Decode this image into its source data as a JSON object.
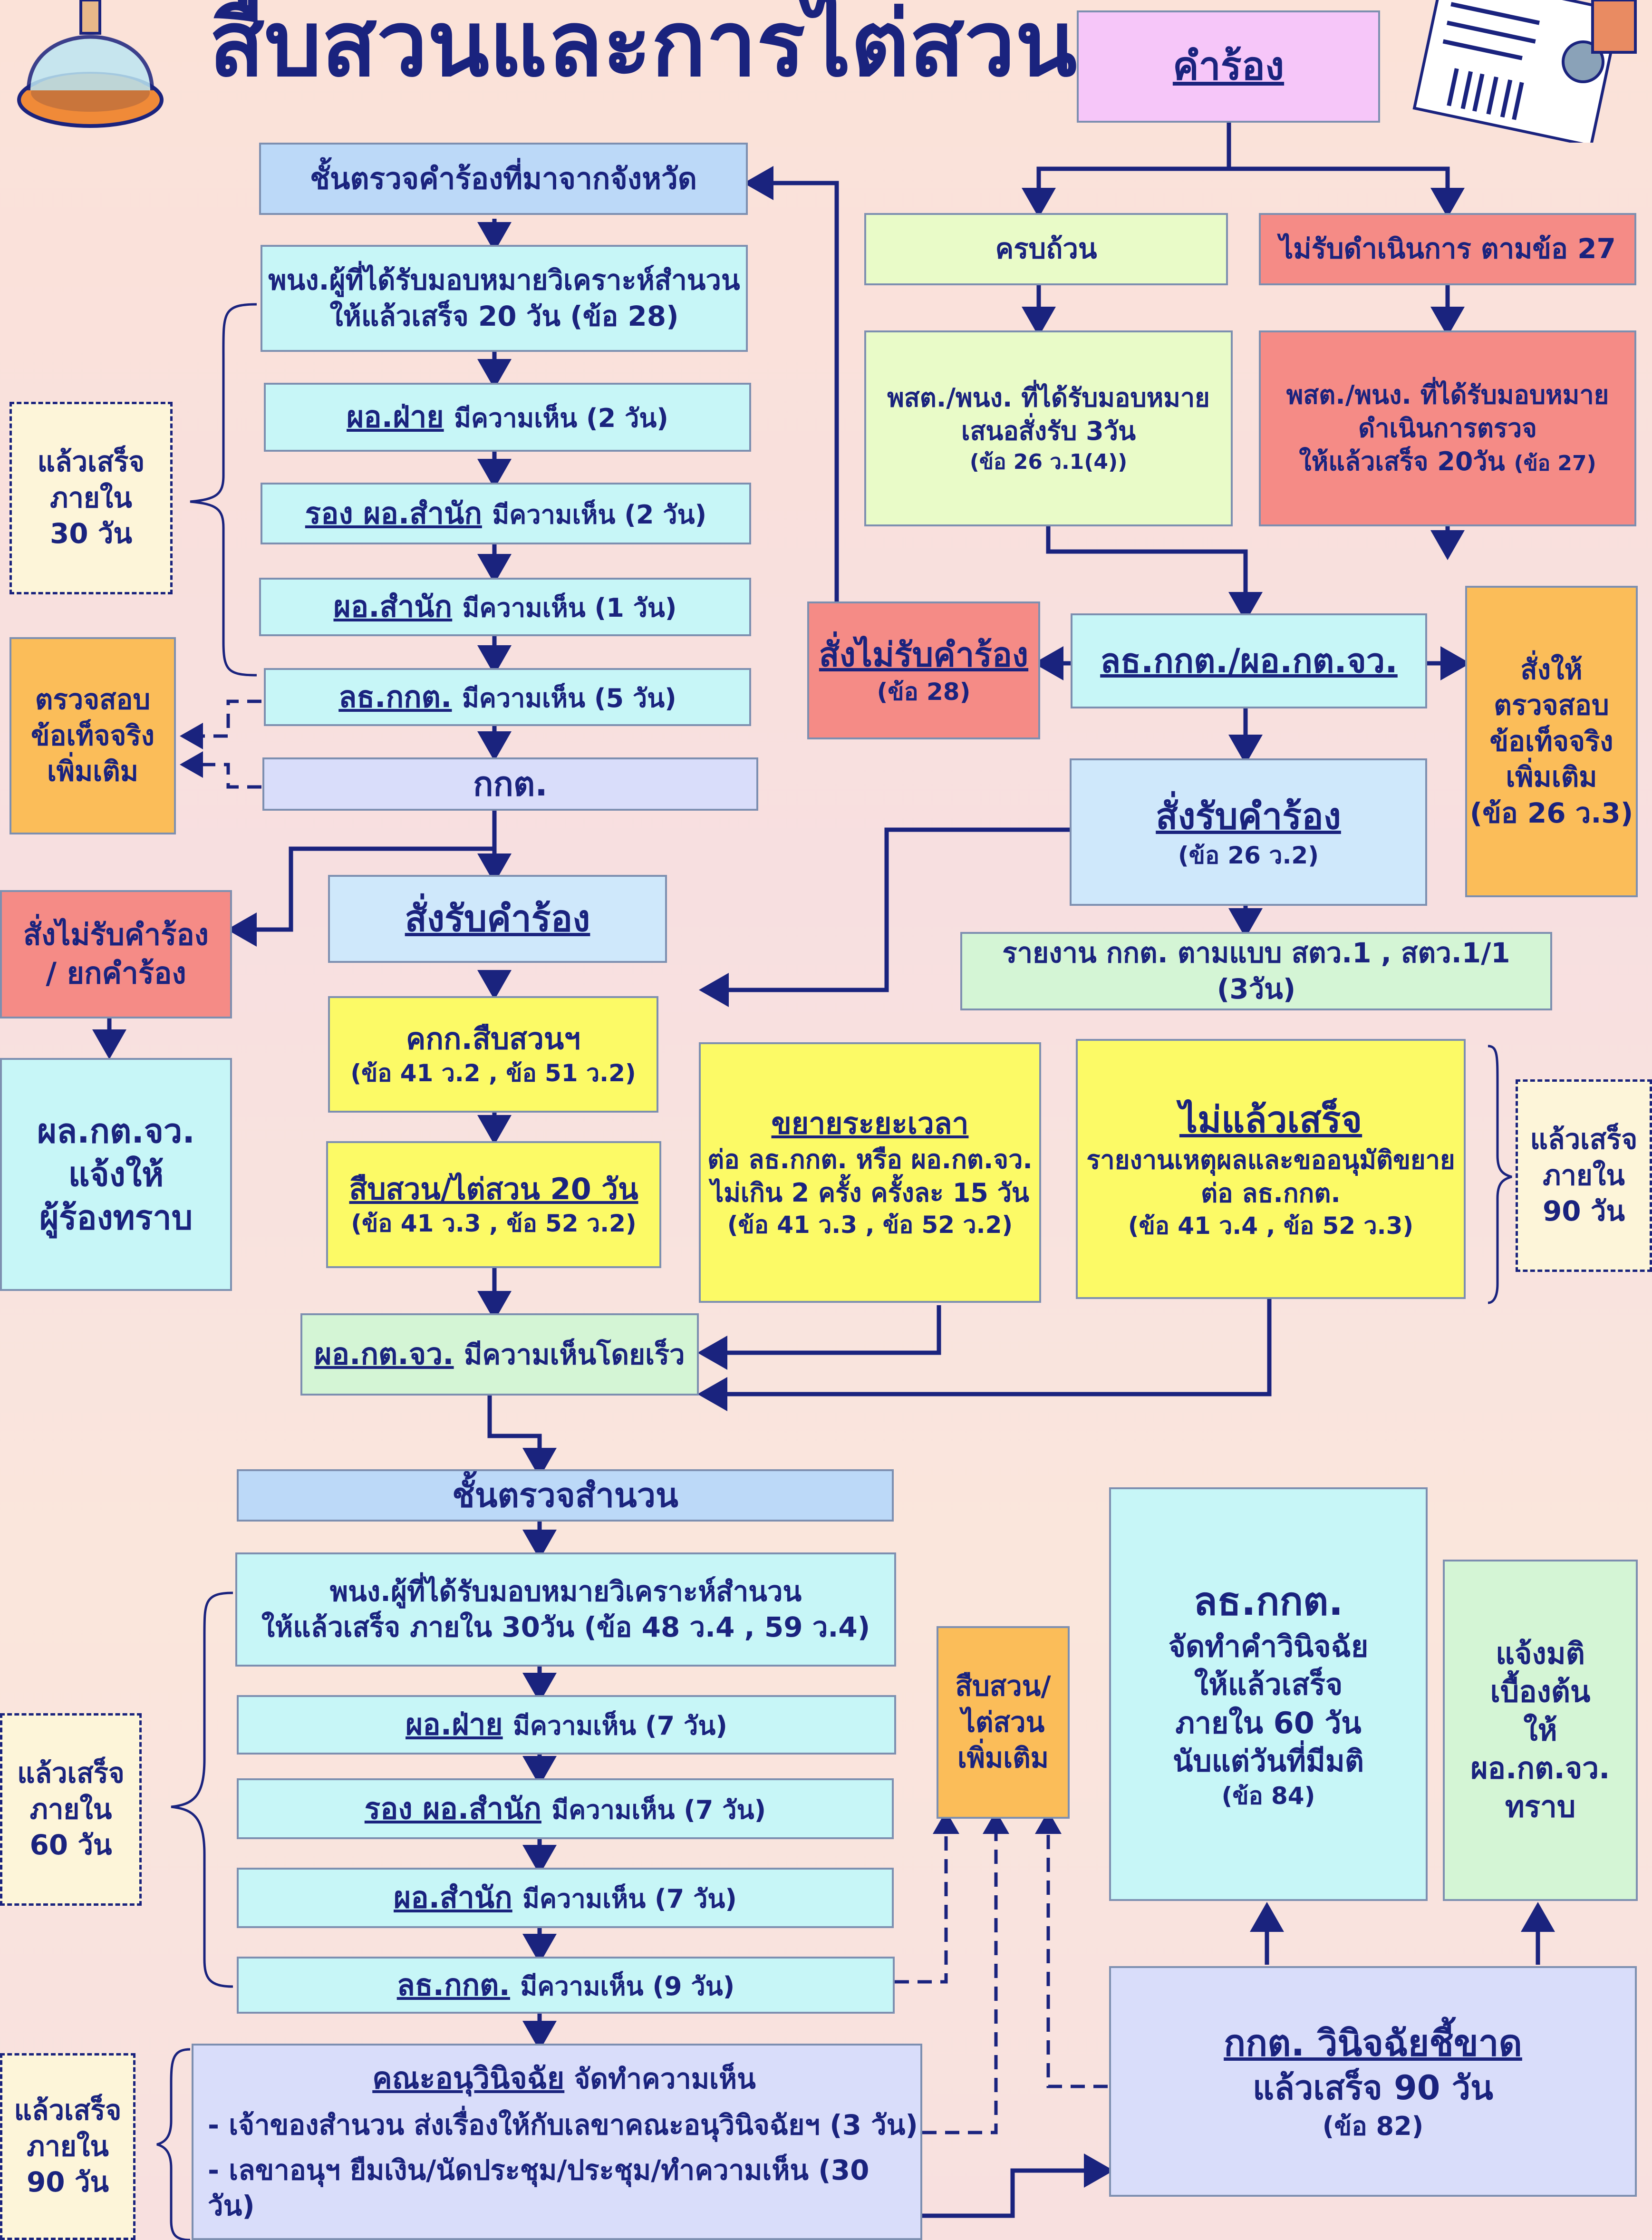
{
  "header": {
    "title": "สืบสวนและการไต่สวน"
  },
  "colors": {
    "blue": "#cfe8fb",
    "cyan": "#c7f6f7",
    "green": "#e9fbc8",
    "red": "#f58b86",
    "pink": "#f6c6f9",
    "yellow": "#fcfa66",
    "orange": "#fbbd59",
    "lavender": "#d9ddfa",
    "tan": "#fdf5d9",
    "arrow": "#1a237e"
  },
  "icons": {
    "bell_jar": "bell-jar-icon",
    "stamp": "stamp-document-icon"
  },
  "petition": {
    "label": "คำร้อง"
  },
  "complete": {
    "label": "ครบถ้วน"
  },
  "reject27": {
    "label": "ไม่รับดำเนินการ ตามข้อ 27"
  },
  "officer_propose": {
    "l1": "พสต./พนง. ที่ได้รับมอบหมาย",
    "l2": "เสนอสั่งรับ 3วัน",
    "l3": "(ข้อ 26 ว.1(4))"
  },
  "officer_inspect": {
    "l1": "พสต./พนง. ที่ได้รับมอบหมาย",
    "l2": "ดำเนินการตรวจ",
    "l3": "ให้แล้วเสร็จ 20วัน",
    "l3b": "(ข้อ 27)"
  },
  "sec_prov": {
    "label": "ชั้นตรวจคำร้องที่มาจากจังหวัด"
  },
  "prov_analyze": {
    "l1": "พนง.ผู้ที่ได้รับมอบหมายวิเคราะห์สำนวน",
    "l2": "ให้แล้วเสร็จ 20 วัน (ข้อ 28)"
  },
  "prov_div": {
    "name": "ผอ.ฝ่าย",
    "text": "มีความเห็น (2 วัน)"
  },
  "prov_deputy": {
    "name": "รอง ผอ.สำนัก",
    "text": "มีความเห็น (2 วัน)"
  },
  "prov_dir": {
    "name": "ผอ.สำนัก",
    "text": "มีความเห็น (1 วัน)"
  },
  "prov_sg": {
    "name": "ลธ.กกต.",
    "text": "มีความเห็น (5 วัน)"
  },
  "prov_ect": {
    "label": "กกต."
  },
  "side_30": {
    "l1": "แล้วเสร็จ",
    "l2": "ภายใน",
    "l3": "30 วัน"
  },
  "side_verify": {
    "l1": "ตรวจสอบ",
    "l2": "ข้อเท็จจริง",
    "l3": "เพิ่มเติม"
  },
  "reject28": {
    "l1": "สั่งไม่รับคำร้อง",
    "l2": "(ข้อ 28)"
  },
  "center_sg": {
    "label": "ลธ.กกต./ผอ.กต.จว."
  },
  "right_verify": {
    "l1": "สั่งให้",
    "l2": "ตรวจสอบ",
    "l3": "ข้อเท็จจริง",
    "l4": "เพิ่มเติม",
    "l5": "(ข้อ 26 ว.3)"
  },
  "accept_r": {
    "l1": "สั่งรับคำร้อง",
    "l2": "(ข้อ 26 ว.2)"
  },
  "report": {
    "label": "รายงาน กกต. ตามแบบ สตว.1 , สตว.1/1  (3วัน)"
  },
  "accept_l": {
    "label": "สั่งรับคำร้อง"
  },
  "dismiss": {
    "l1": "สั่งไม่รับคำร้อง",
    "l2": "/ ยกคำร้อง"
  },
  "notify": {
    "l1": "ผล.กต.จว.",
    "l2": "แจ้งให้",
    "l3": "ผู้ร้องทราบ"
  },
  "committee": {
    "l1": "คกก.สืบสวนฯ",
    "l2": "(ข้อ 41 ว.2 , ข้อ 51 ว.2)"
  },
  "investigate20": {
    "l1": "สืบสวน/ไต่สวน 20 วัน",
    "l2": "(ข้อ 41 ว.3 , ข้อ 52 ว.2)"
  },
  "extend": {
    "l1": "ขยายระยะเวลา",
    "l2": "ต่อ ลธ.กกต. หรือ ผอ.กต.จว.",
    "l3": "ไม่เกิน 2 ครั้ง ครั้งละ 15 วัน",
    "l4": "(ข้อ 41 ว.3 , ข้อ 52 ว.2)"
  },
  "unfinished": {
    "l1": "ไม่แล้วเสร็จ",
    "l2": "รายงานเหตุผลและขออนุมัติขยาย",
    "l3": "ต่อ ลธ.กกต.",
    "l4": "(ข้อ 41 ว.4 , ข้อ 52 ว.3)"
  },
  "side_90a": {
    "l1": "แล้วเสร็จ",
    "l2": "ภายใน",
    "l3": "90 วัน"
  },
  "dir_prov": {
    "name": "ผอ.กต.จว.",
    "text": "มีความเห็นโดยเร็ว"
  },
  "sec_case": {
    "label": "ชั้นตรวจสำนวน"
  },
  "case_analyze": {
    "l1": "พนง.ผู้ที่ได้รับมอบหมายวิเคราะห์สำนวน",
    "l2": "ให้แล้วเสร็จ ภายใน 30วัน (ข้อ 48 ว.4 , 59 ว.4)"
  },
  "case_div": {
    "name": "ผอ.ฝ่าย",
    "text": "มีความเห็น (7 วัน)"
  },
  "case_deputy": {
    "name": "รอง ผอ.สำนัก",
    "text": "มีความเห็น (7 วัน)"
  },
  "case_dir": {
    "name": "ผอ.สำนัก",
    "text": "มีความเห็น (7 วัน)"
  },
  "case_sg": {
    "name": "ลธ.กกต.",
    "text": "มีความเห็น (9 วัน)"
  },
  "side_60": {
    "l1": "แล้วเสร็จ",
    "l2": "ภายใน",
    "l3": "60 วัน"
  },
  "more_inv": {
    "l1": "สืบสวน/",
    "l2": "ไต่สวน",
    "l3": "เพิ่มเติม"
  },
  "sg_ruling": {
    "l1": "ลธ.กกต.",
    "l2": "จัดทำคำวินิจฉัย",
    "l3": "ให้แล้วเสร็จ",
    "l4": "ภายใน 60 วัน",
    "l5": "นับแต่วันที่มีมติ",
    "l6": "(ข้อ 84)"
  },
  "notify_res": {
    "l1": "แจ้งมติ",
    "l2": "เบื้องต้น",
    "l3": "ให้",
    "l4": "ผอ.กต.จว.",
    "l5": "ทราบ"
  },
  "subcommittee": {
    "name": "คณะอนุวินิจฉัย",
    "text": "จัดทำความเห็น",
    "b1": "- เจ้าของสำนวน ส่งเรื่องให้กับเลขาคณะอนุวินิจฉัยฯ (3 วัน)",
    "b2": "- เลขาอนุฯ ยืมเงิน/นัดประชุม/ประชุม/ทำความเห็น (30 วัน)"
  },
  "side_90b": {
    "l1": "แล้วเสร็จ",
    "l2": "ภายใน",
    "l3": "90 วัน"
  },
  "ect_decide": {
    "l1": "กกต. วินิจฉัยชี้ขาด",
    "l2": "แล้วเสร็จ 90 วัน",
    "l3": "(ข้อ 82)"
  }
}
